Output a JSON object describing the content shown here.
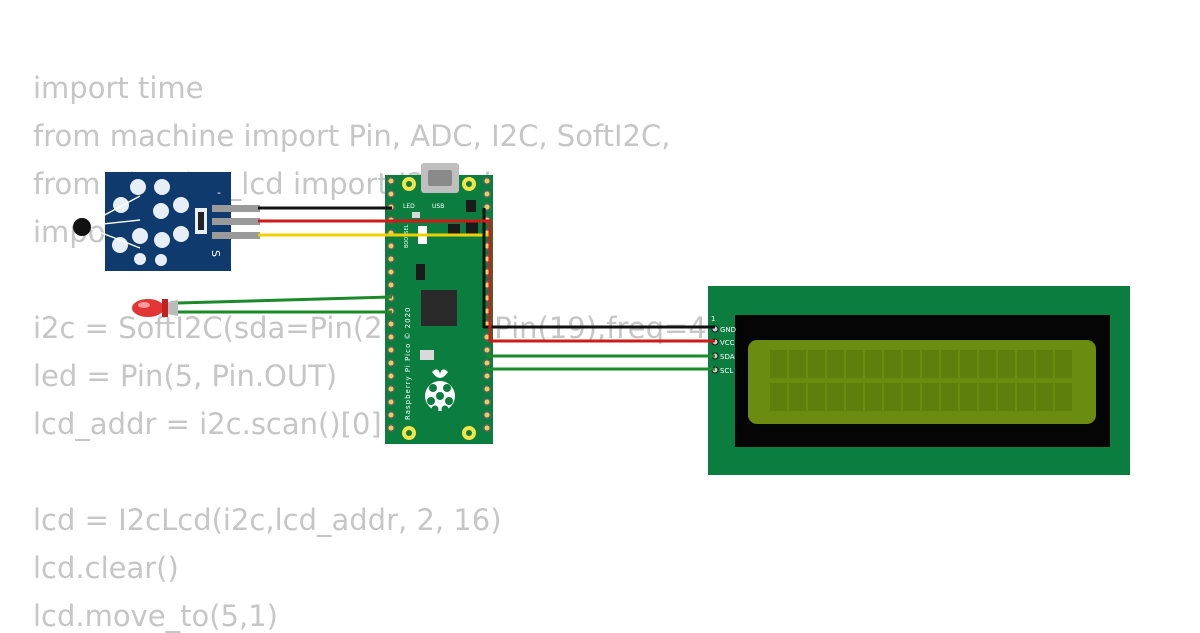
{
  "code": {
    "lines": [
      "import time",
      "from machine import Pin, ADC, I2C, SoftI2C,",
      "from pico_i2c_lcd import I2cLcd",
      "import",
      "",
      "i2c = SoftI2C(sda=Pin(20), scl=Pin(19),freq=400",
      "led = Pin(5, Pin.OUT)",
      "lcd_addr = i2c.scan()[0]",
      "",
      "lcd = I2cLcd(i2c,lcd_addr, 2, 16)",
      "lcd.clear()",
      "lcd.move_to(5,1)"
    ]
  },
  "sensor": {
    "pin_labels": [
      "-",
      "S"
    ]
  },
  "pico": {
    "led_label": "LED",
    "usb_label": "USB",
    "boot_label": "BOOTSEL",
    "board_text": "Raspberry Pi Pico © 2020"
  },
  "lcd": {
    "pin_index": "1",
    "pins": [
      "GND",
      "VCC",
      "SDA",
      "SCL"
    ]
  },
  "colors": {
    "wire_black": "#111111",
    "wire_red": "#d01a1a",
    "wire_yellow": "#f0d000",
    "wire_green": "#1a8a2a",
    "pcb_green": "#0b7d3e",
    "lcd_screen": "#6a8c10"
  }
}
